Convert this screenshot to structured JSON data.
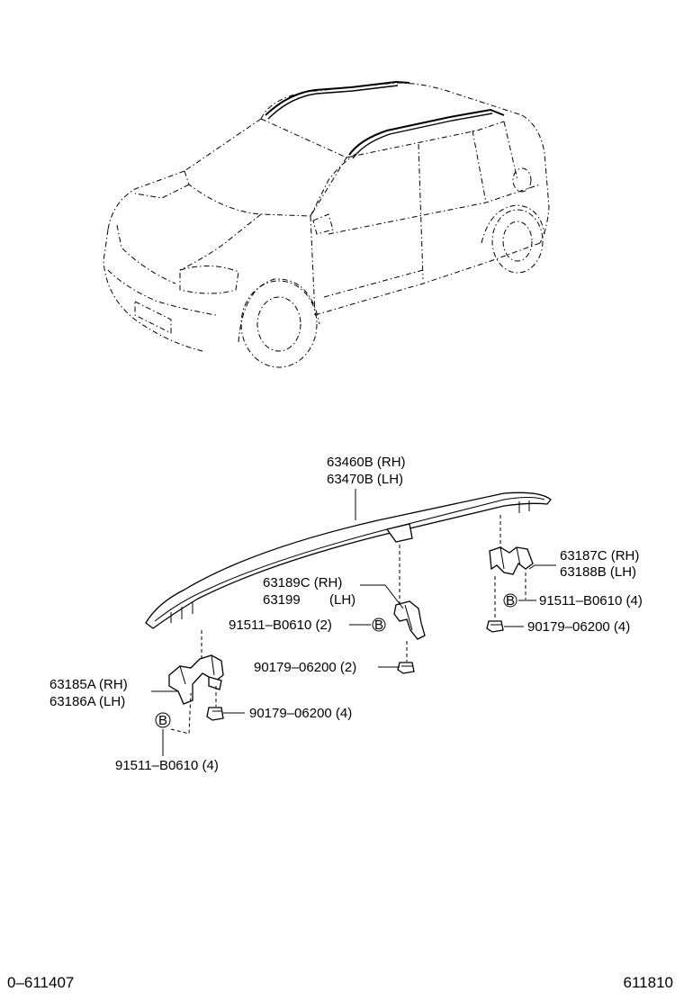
{
  "callouts": {
    "rail_rh": "63460B (RH)",
    "rail_lh": "63470B (LH)",
    "front_support_rh": "63185A (RH)",
    "front_support_lh": "63186A (LH)",
    "center_support_rh": "63189C (RH)",
    "center_support_lh": "63199",
    "center_support_lh_side": "(LH)",
    "rear_support_rh": "63187C (RH)",
    "rear_support_lh": "63188B (LH)",
    "bolt_center": "91511–B0610 (2)",
    "bolt_rear": "91511–B0610 (4)",
    "bolt_front": "91511–B0610 (4)",
    "nut_center": "90179–06200 (2)",
    "nut_rear": "90179–06200 (4)",
    "nut_front": "90179–06200 (4)",
    "marker_b": "B"
  },
  "footer": {
    "left_code": "0–611407",
    "right_code": "611810"
  }
}
